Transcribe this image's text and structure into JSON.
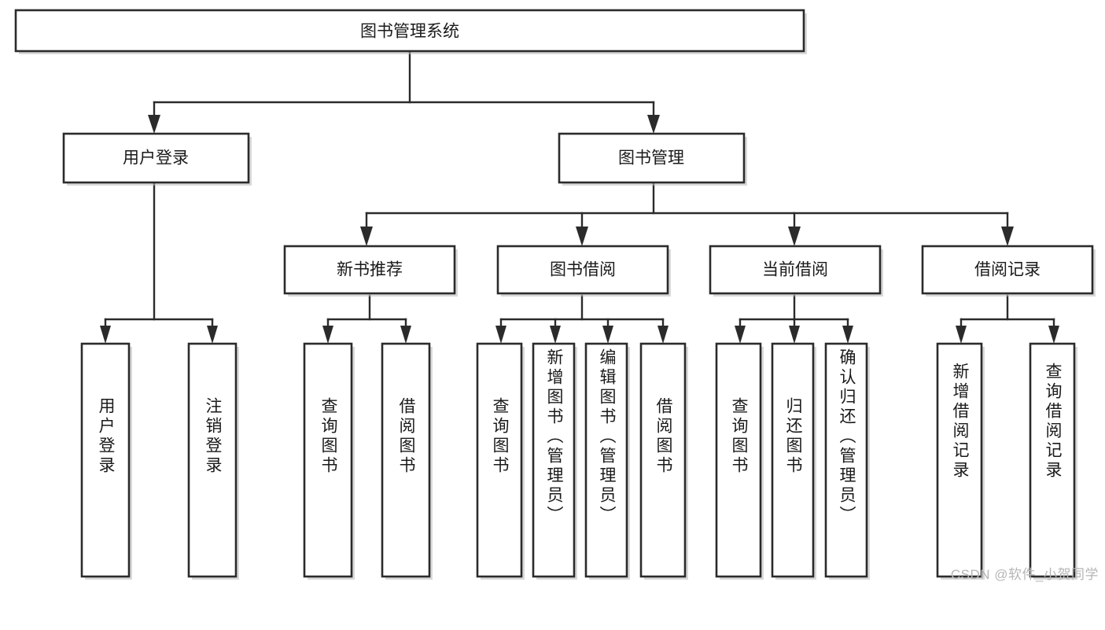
{
  "diagram": {
    "title": "图书管理系统",
    "type": "tree-hierarchy-diagram",
    "watermark": "CSDN @软件_小贺同学",
    "colors": {
      "box_stroke": "#2b2b2b",
      "box_fill": "#ffffff",
      "connector": "#2b2b2b",
      "text": "#1a1a1a",
      "watermark": "#b6b6b6",
      "background": "#ffffff"
    },
    "root": {
      "label": "图书管理系统"
    },
    "level2": [
      {
        "label": "用户登录"
      },
      {
        "label": "图书管理"
      }
    ],
    "level3": [
      {
        "label": "新书推荐"
      },
      {
        "label": "图书借阅"
      },
      {
        "label": "当前借阅"
      },
      {
        "label": "借阅记录"
      }
    ],
    "leaves": {
      "user_login": [
        {
          "label": "用户登录"
        },
        {
          "label": "注销登录"
        }
      ],
      "new_book_recommend": [
        {
          "label": "查询图书"
        },
        {
          "label": "借阅图书"
        }
      ],
      "book_borrow": [
        {
          "label": "查询图书"
        },
        {
          "label": "新增图书（管理员）"
        },
        {
          "label": "编辑图书（管理员）"
        },
        {
          "label": "借阅图书"
        }
      ],
      "current_borrow": [
        {
          "label": "查询图书"
        },
        {
          "label": "归还图书"
        },
        {
          "label": "确认归还（管理员）"
        }
      ],
      "borrow_record": [
        {
          "label": "新增借阅记录"
        },
        {
          "label": "查询借阅记录"
        }
      ]
    }
  }
}
